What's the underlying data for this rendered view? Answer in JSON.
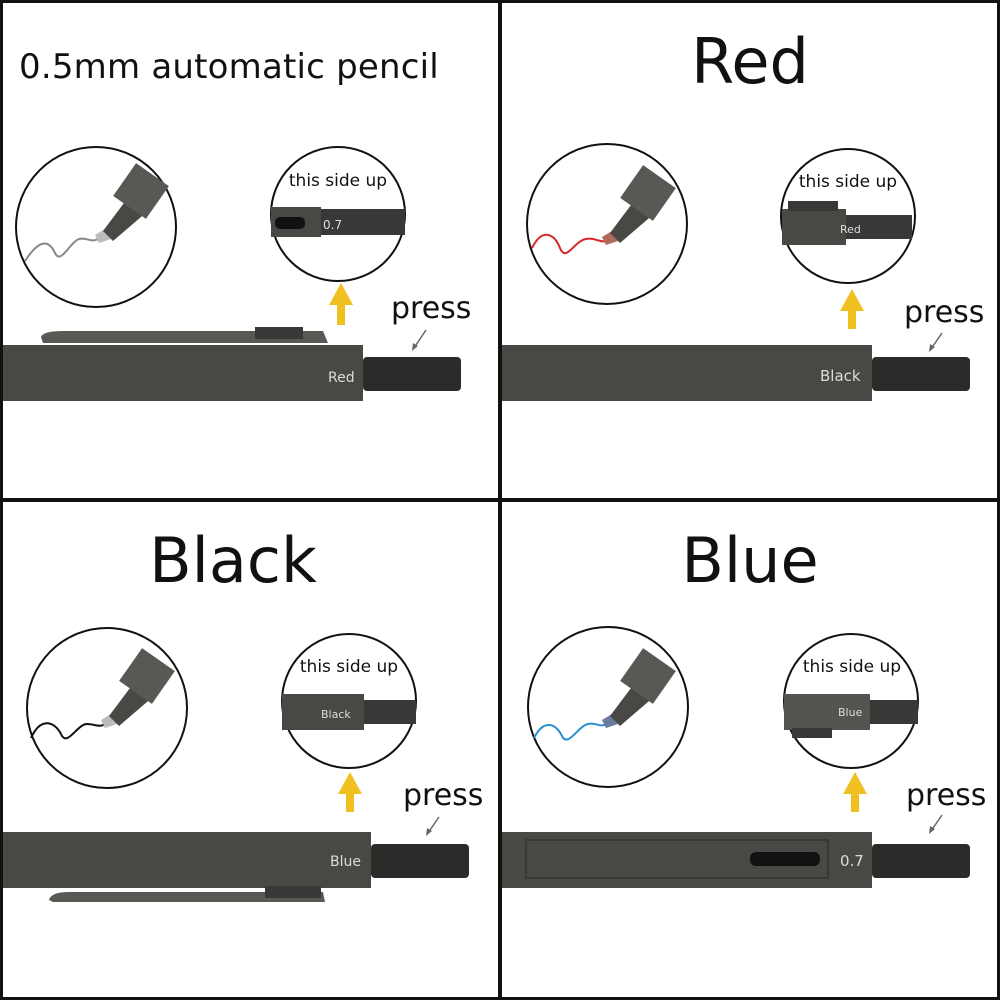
{
  "panels": [
    {
      "title": "0.5mm automatic pencil",
      "side_up_text": "this side up",
      "press_text": "press",
      "barrel_label": "Red",
      "zoom_label": "0.7",
      "line_color": "#888888"
    },
    {
      "title": "Red",
      "side_up_text": "this side up",
      "press_text": "press",
      "barrel_label": "Black",
      "zoom_label": "Red",
      "line_color": "#d42a2a"
    },
    {
      "title": "Black",
      "side_up_text": "this side up",
      "press_text": "press",
      "barrel_label": "Blue",
      "zoom_label": "Black",
      "line_color": "#111111"
    },
    {
      "title": "Blue",
      "side_up_text": "this side up",
      "press_text": "press",
      "barrel_label": "0.7",
      "zoom_label": "Blue",
      "line_color": "#2a8fd0"
    }
  ],
  "colors": {
    "barrel": "#4a4845",
    "barrel_dark": "#2c2b29",
    "arrow": "#f0c020",
    "border": "#111111"
  },
  "icons": [
    "pen-tip-icon",
    "up-arrow-icon",
    "pointer-arrow-icon"
  ]
}
